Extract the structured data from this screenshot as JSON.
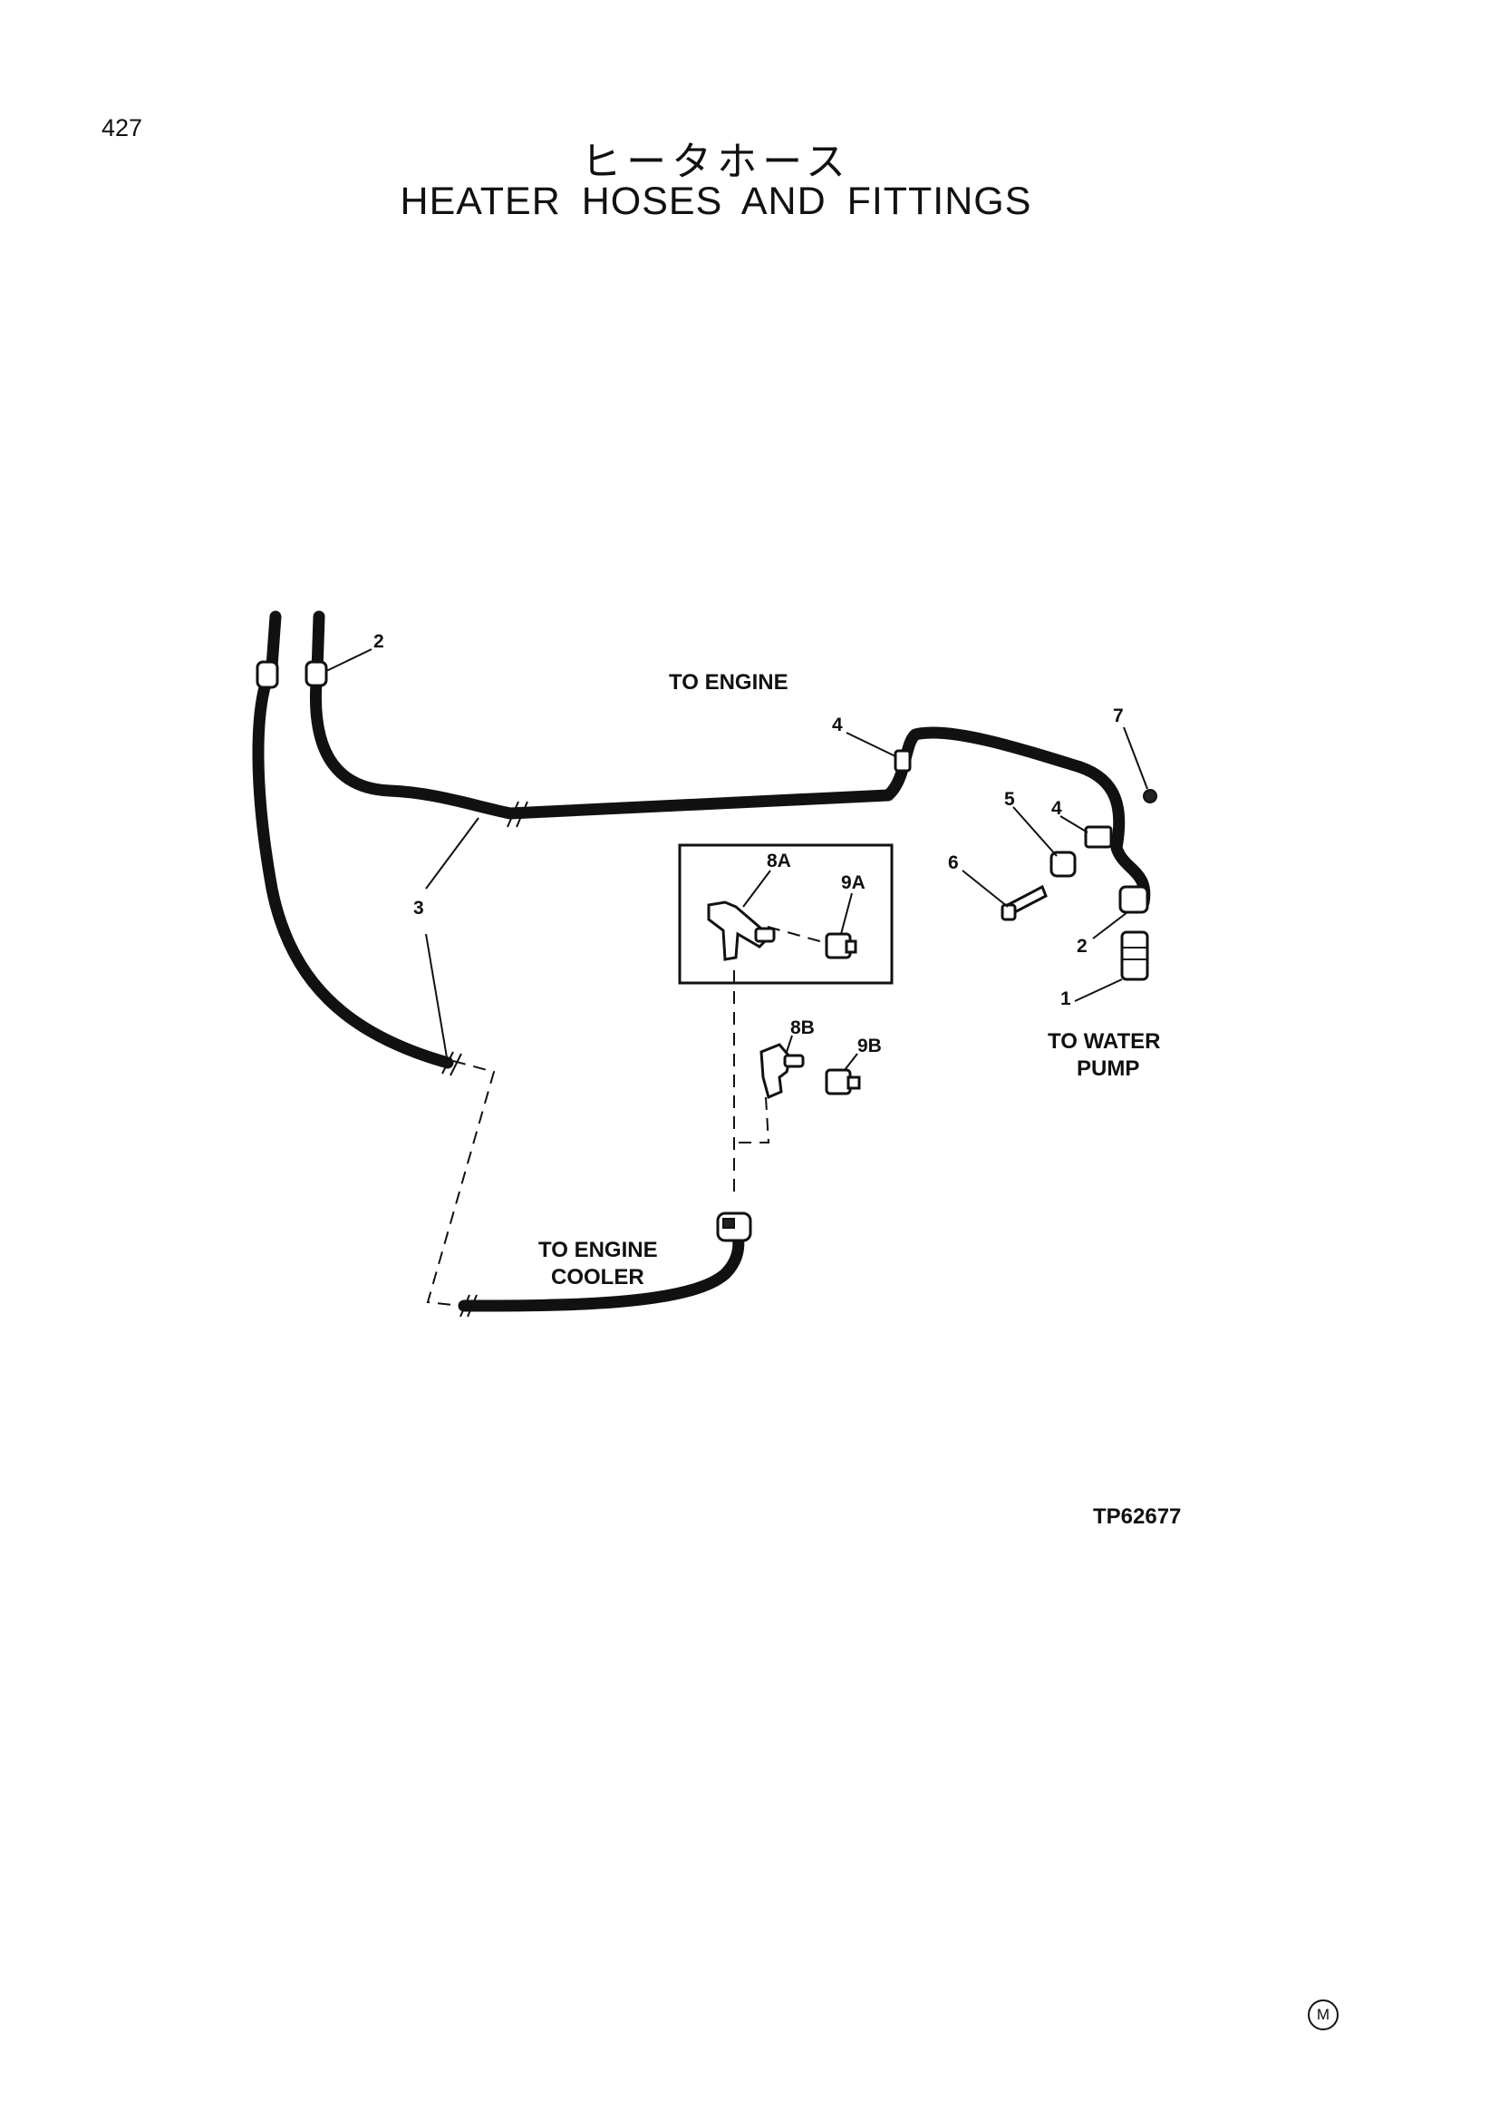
{
  "page_number": "427",
  "title_jp": "ヒータホース",
  "title_en": "HEATER HOSES AND FITTINGS",
  "labels": {
    "to_engine": "TO ENGINE",
    "to_water_pump_1": "TO WATER",
    "to_water_pump_2": "PUMP",
    "to_engine_cooler_1": "TO ENGINE",
    "to_engine_cooler_2": "COOLER"
  },
  "callouts": {
    "c1": "1",
    "c2_top": "2",
    "c2_right": "2",
    "c3": "3",
    "c4_top": "4",
    "c4_right": "4",
    "c5": "5",
    "c6": "6",
    "c7": "7",
    "c8a": "8A",
    "c9a": "9A",
    "c8b": "8B",
    "c9b": "9B"
  },
  "figure_id": "TP62677",
  "corner_mark": "M"
}
